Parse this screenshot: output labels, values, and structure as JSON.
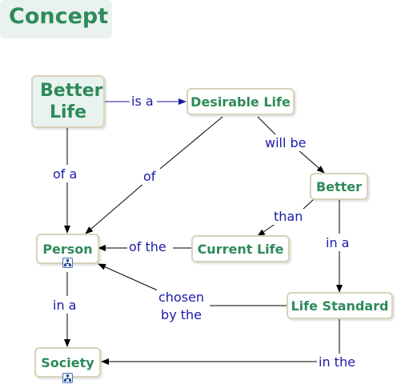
{
  "title": "Concept",
  "nodes": {
    "better_life": "Better Life",
    "desirable_life": "Desirable Life",
    "better": "Better",
    "person": "Person",
    "current_life": "Current Life",
    "life_standard": "Life Standard",
    "society": "Society"
  },
  "links": {
    "is_a": "is a",
    "will_be": "will be",
    "of_a": "of a",
    "of": "of",
    "than": "than",
    "of_the": "of the",
    "in_a_right": "in a",
    "in_a_left": "in a",
    "chosen_by_the": "chosen\nby the",
    "in_the": "in the"
  },
  "icons": {
    "person_badge": "concept-map-icon",
    "society_badge": "concept-map-icon"
  },
  "colors": {
    "node_text": "#2e8a5a",
    "node_border": "#d8d2b8",
    "root_fill": "#e8f2ee",
    "link_text": "#1a1aa8",
    "title_text": "#2f8a5c",
    "title_fill": "#e9f2ee"
  }
}
